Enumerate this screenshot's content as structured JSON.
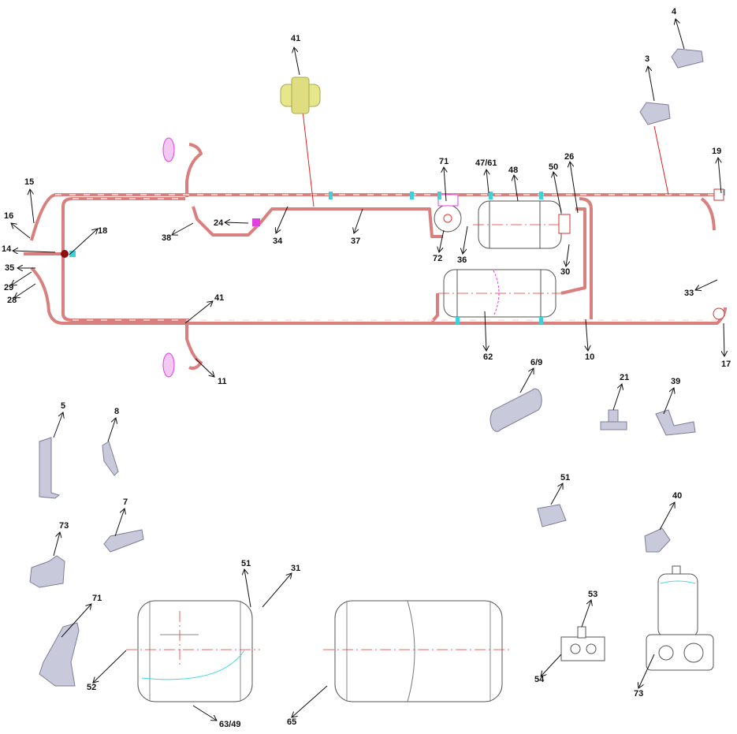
{
  "diagram": {
    "callouts": [
      "41",
      "4",
      "3",
      "15",
      "16",
      "14",
      "18",
      "35",
      "29",
      "28",
      "24",
      "38",
      "34",
      "37",
      "71",
      "47/61",
      "48",
      "50",
      "26",
      "19",
      "72",
      "36",
      "30",
      "33",
      "41",
      "62",
      "10",
      "17",
      "11",
      "6/9",
      "21",
      "39",
      "5",
      "8",
      "7",
      "73",
      "71",
      "51",
      "40",
      "53",
      "54",
      "73",
      "51",
      "31",
      "52",
      "63/49",
      "65"
    ],
    "colors": {
      "pipe": "#d9807e",
      "clamp": "#3fd0d8",
      "highlight": "#e040e0",
      "relation_line": "#e02020",
      "part": "#c9c9dc",
      "valve_yellow": "#e6e68a"
    }
  }
}
